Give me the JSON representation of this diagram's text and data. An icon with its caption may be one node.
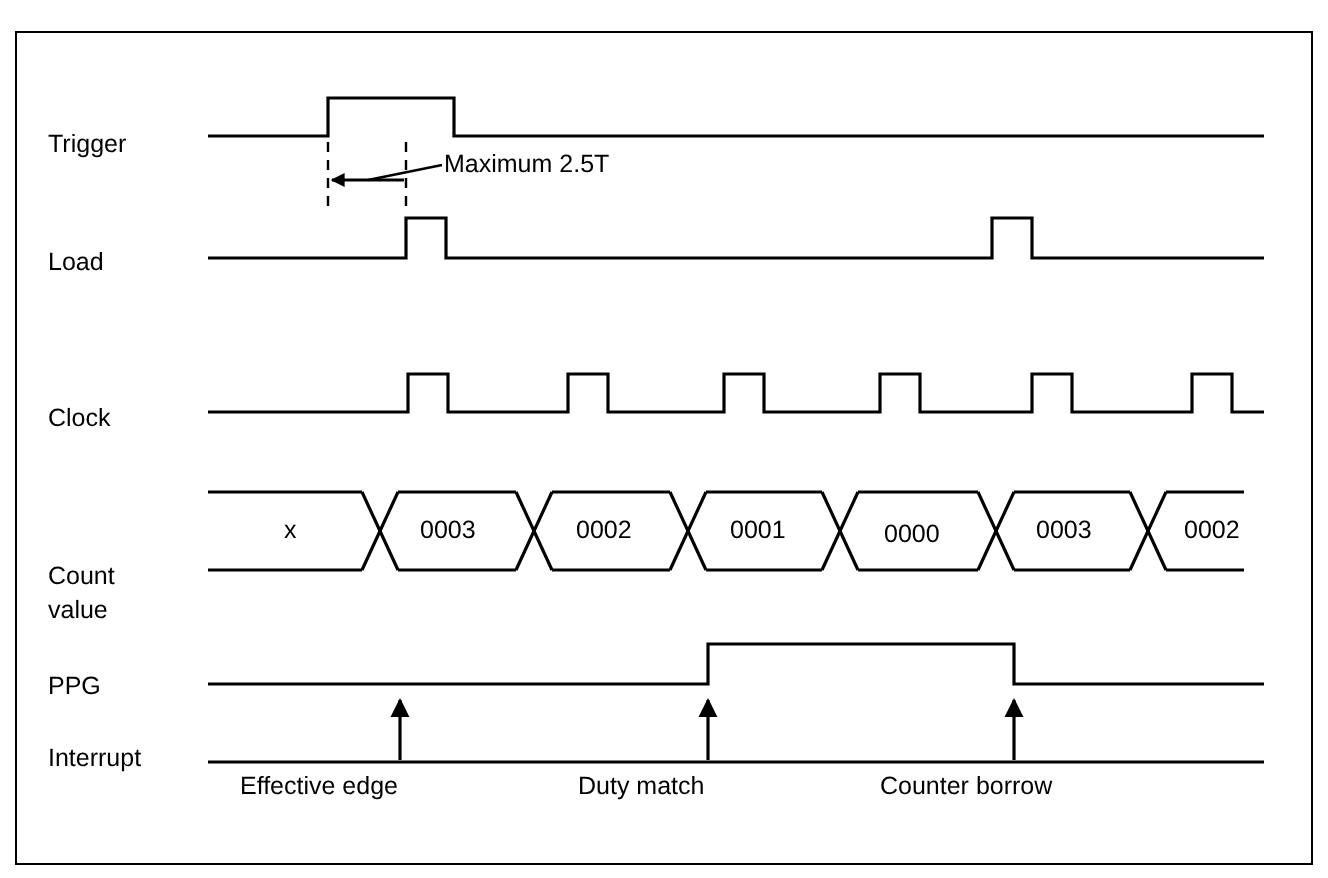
{
  "diagram": {
    "nodes": [
      {
        "text": [
          "Maximum 2.5T"
        ]
      },
      {
        "text": [],
        "shape": "arrow"
      }
    ],
    "edges": [
      {
        "from": 0,
        "to": 1,
        "arrow": "none"
      }
    ],
    "labels": [
      "Trigger",
      "Load",
      "Clock",
      "x",
      "0003",
      "0002",
      "0001",
      "0000",
      "0003",
      "0002",
      "Count value",
      "PPG",
      "Interrupt",
      "Effective edge",
      "Duty match",
      "Counter borrow"
    ]
  }
}
